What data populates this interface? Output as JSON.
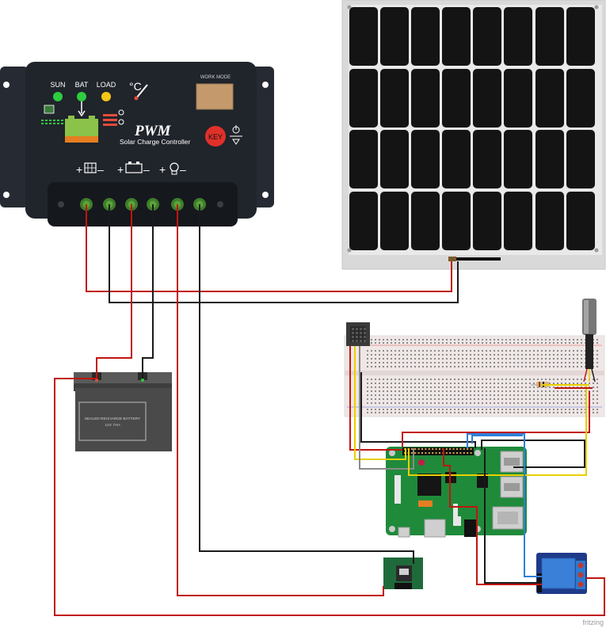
{
  "controller": {
    "led_labels": [
      "SUN",
      "BAT",
      "LOAD"
    ],
    "temp_symbol": "°C",
    "mode_label": "WORK MODE",
    "pwm_title": "PWM",
    "subtitle": "Solar Charge Controller",
    "key_label": "KEY",
    "led_colors": [
      "#2ecc40",
      "#2ecc40",
      "#f5c518"
    ]
  },
  "battery": {
    "label_line1": "SEALED RECHARGE BATTERY",
    "label_line2": "12V 7AH"
  },
  "watermark": "fritzing",
  "colors": {
    "wire_red": "#c0150f",
    "wire_black": "#1a1a1a",
    "wire_yellow": "#e8d000",
    "wire_blue": "#2f7fd8",
    "wire_gray": "#8a8a8a",
    "pcb_green": "#1f8a3a",
    "panel_frame": "#d8d8d8",
    "cell": "#141414"
  }
}
